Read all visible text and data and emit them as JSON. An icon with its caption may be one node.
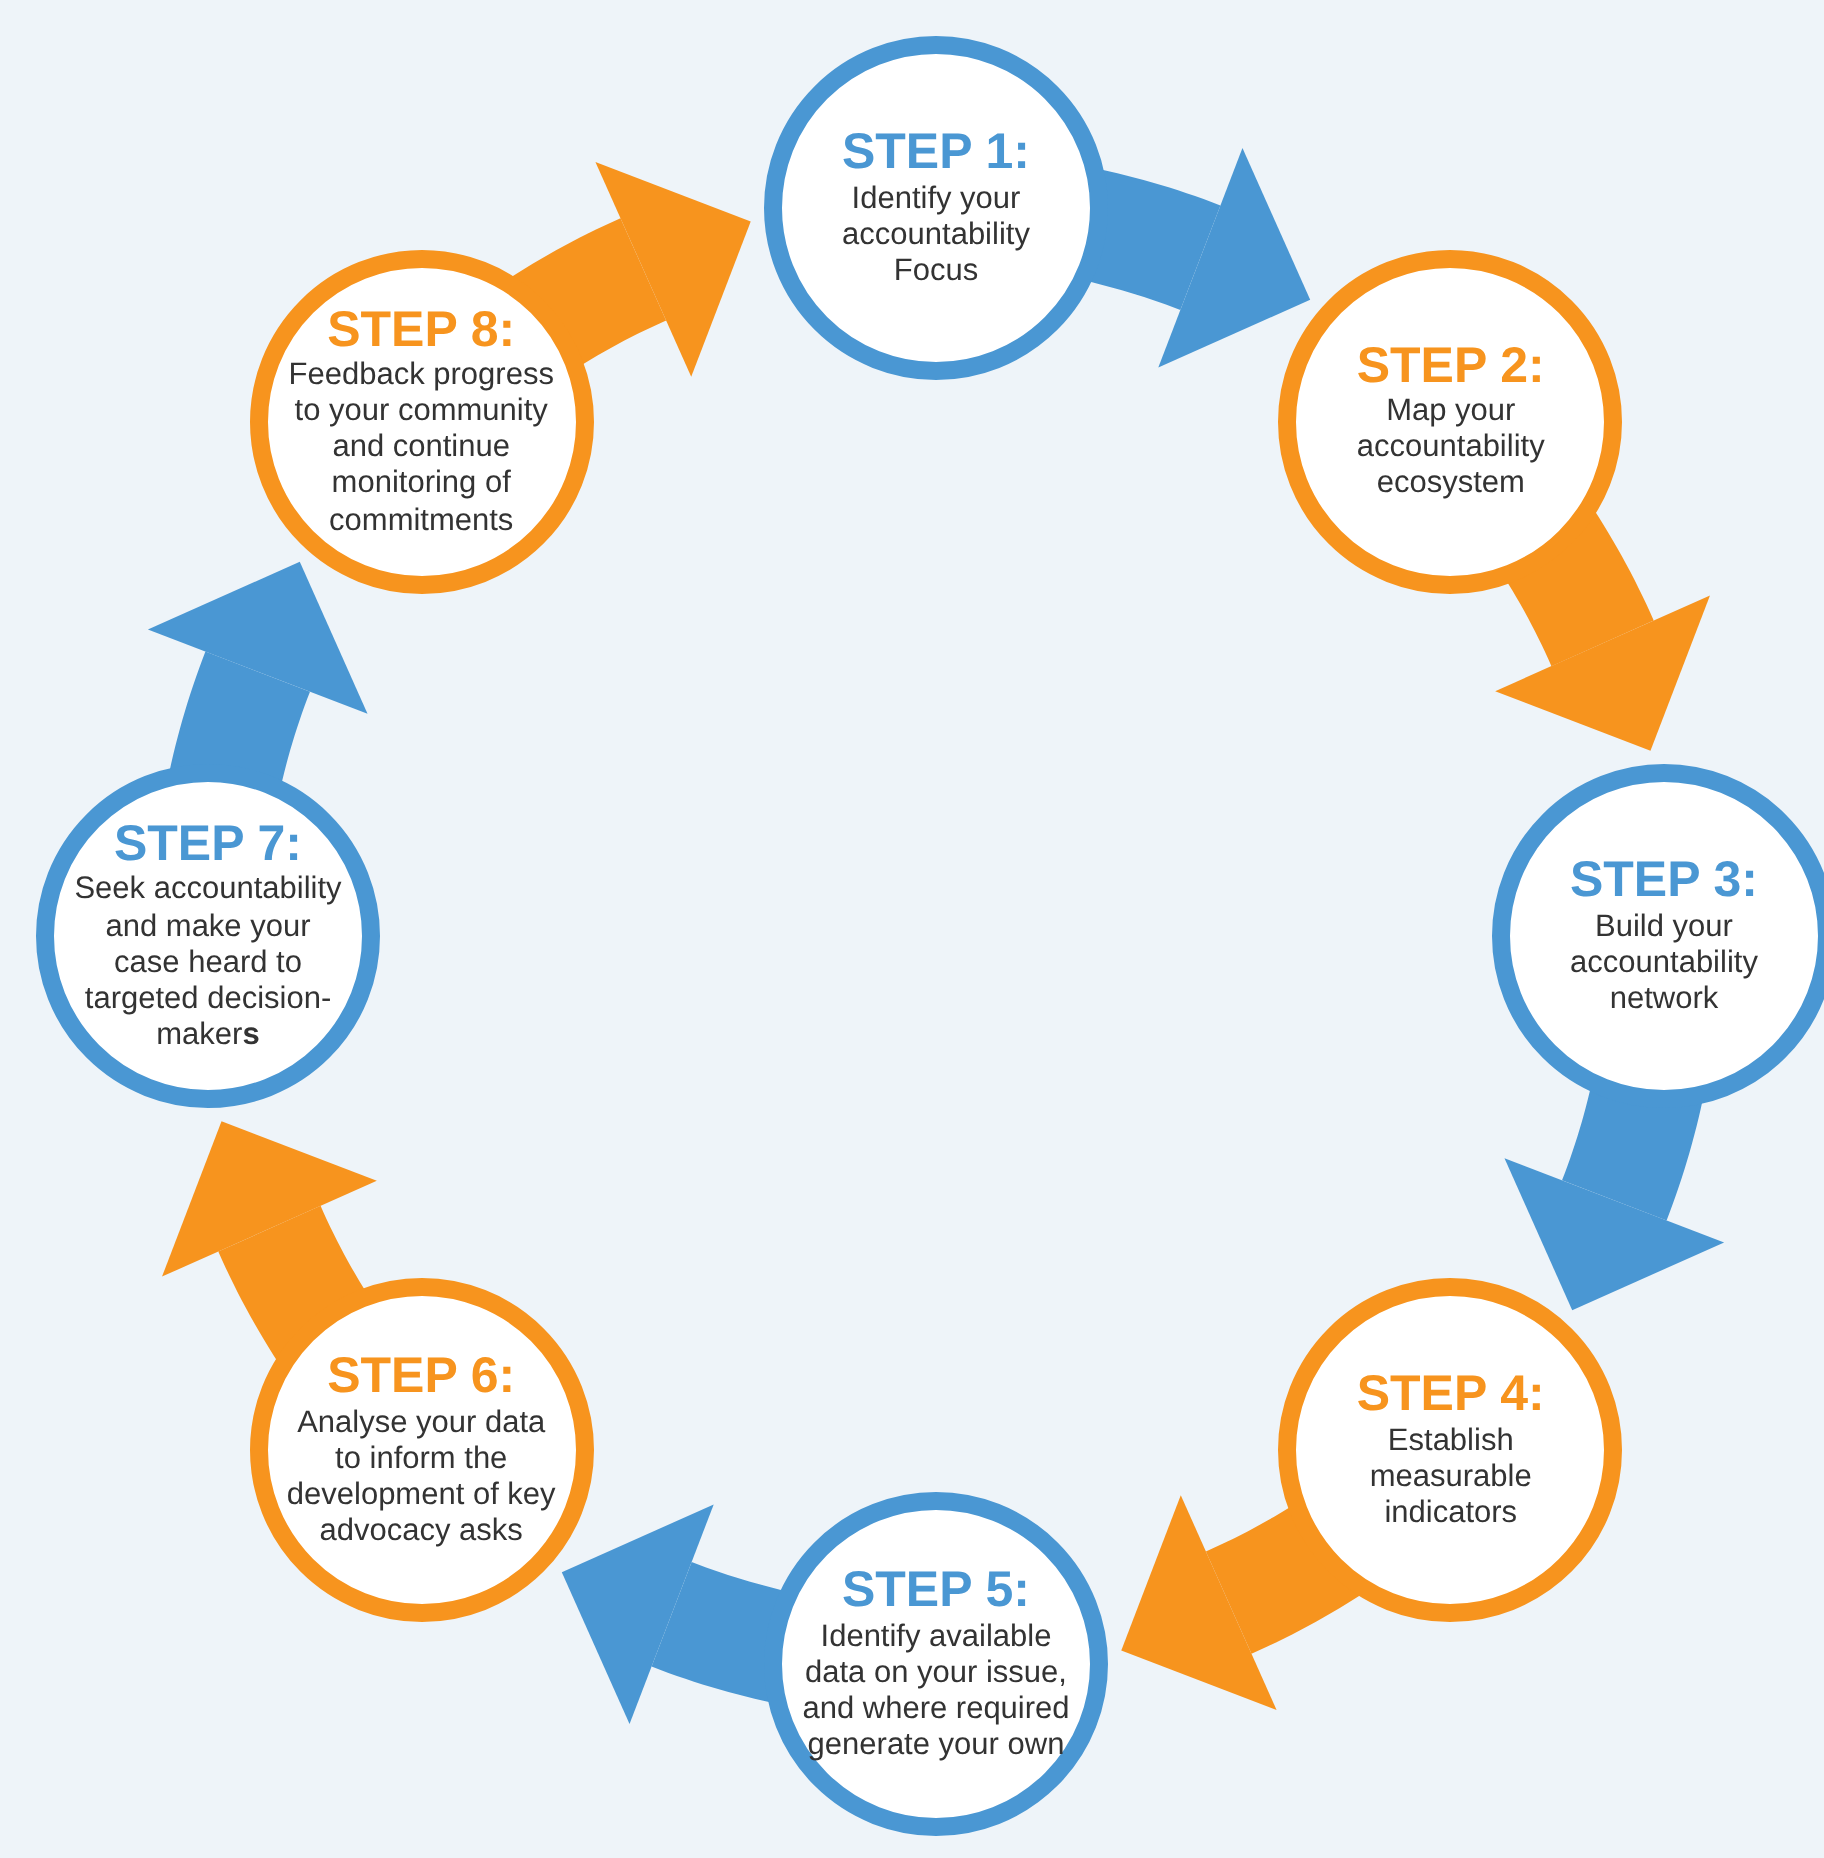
{
  "diagram": {
    "nodes": [
      {
        "text": [
          "STEP 1:",
          "Identify your accountability Focus"
        ]
      },
      {
        "text": [
          "STEP 2:",
          "Map your accountability ecosystem"
        ]
      },
      {
        "text": [
          "STEP 3:",
          "Build your accountability network"
        ]
      },
      {
        "text": [
          "STEP 4:",
          "Establish measurable indicators"
        ]
      },
      {
        "text": [
          "STEP 5:",
          "Identify available data on your issue, and where required generate your own"
        ]
      },
      {
        "text": [
          "STEP 6:",
          "Analyse your data to inform the development of key advocacy asks"
        ]
      },
      {
        "text": [
          "STEP 7:",
          "Seek accountability and make your case heard to targeted decision-maker**s**"
        ]
      },
      {
        "text": [
          "STEP 8:",
          "Feedback progress to your community and continue monitoring of commitments"
        ]
      }
    ],
    "edges": [
      {
        "from": 0,
        "to": 1,
        "arrow": "to",
        "color": "#4a97d3"
      },
      {
        "from": 1,
        "to": 2,
        "arrow": "to",
        "color": "#f7941e"
      },
      {
        "from": 2,
        "to": 3,
        "arrow": "to",
        "color": "#4a97d3"
      },
      {
        "from": 3,
        "to": 4,
        "arrow": "to",
        "color": "#f7941e"
      },
      {
        "from": 4,
        "to": 5,
        "arrow": "to",
        "color": "#4a97d3"
      },
      {
        "from": 5,
        "to": 6,
        "arrow": "to",
        "color": "#f7941e"
      },
      {
        "from": 6,
        "to": 7,
        "arrow": "to",
        "color": "#4a97d3"
      },
      {
        "from": 7,
        "to": 0,
        "arrow": "to",
        "color": "#f7941e"
      }
    ]
  }
}
